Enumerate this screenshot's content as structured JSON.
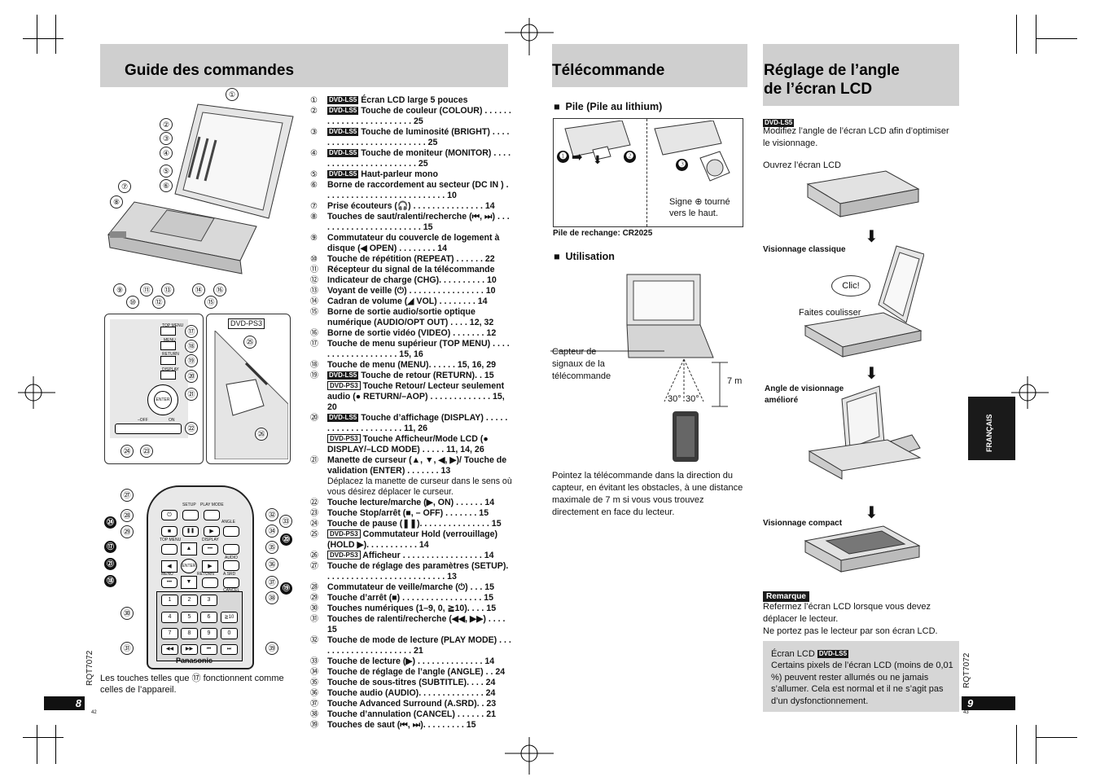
{
  "left": {
    "title": "Guide des commandes",
    "figure_tag": "DVD-PS3",
    "note": "Les touches telles que ⑰ fonctionnent comme celles de l’appareil.",
    "page_number": "8",
    "code": "RQT7072",
    "footer_small": "42",
    "remote_brand": "Panasonic",
    "remote_labels": [
      "SETUP",
      "PLAY MODE",
      "ANGLE",
      "TOP MENU",
      "DISPLAY",
      "ENTER",
      "AUDIO",
      "MENU",
      "RETURN",
      "A.SRD",
      "CANCEL"
    ],
    "remote_digits": [
      "1",
      "2",
      "3",
      "4",
      "5",
      "6",
      "≧10",
      "7",
      "8",
      "9",
      "0"
    ],
    "device_labels": [
      "TOP MENU",
      "MENU",
      "RETURN",
      "DISPLAY",
      "ENTER",
      "–OFF",
      "ON"
    ],
    "items": [
      {
        "n": "①",
        "tag": "DVD-LS5",
        "text": "Écran LCD large 5 pouces"
      },
      {
        "n": "②",
        "tag": "DVD-LS5",
        "text": "Touche de couleur (COLOUR) . . . . . . . . . . . . . . . . . . . . . . . . 25"
      },
      {
        "n": "③",
        "tag": "DVD-LS5",
        "text": "Touche de luminosité (BRIGHT) . . . . . . . . . . . . . . . . . . . . . . . . . 25"
      },
      {
        "n": "④",
        "tag": "DVD-LS5",
        "text": "Touche de moniteur (MONITOR) . . . . . . . . . . . . . . . . . . . . . . . 25"
      },
      {
        "n": "⑤",
        "tag": "DVD-LS5",
        "text": "Haut-parleur mono"
      },
      {
        "n": "⑥",
        "tag": "",
        "text": "Borne de raccordement au secteur (DC IN ) . . . . . . . . . . . . . . . . . . . . . . . . . . 10"
      },
      {
        "n": "⑦",
        "tag": "",
        "text": "Prise écouteurs (🎧) . . . . . . . . . . . . . . . 14"
      },
      {
        "n": "⑧",
        "tag": "",
        "text": "Touches de saut/ralenti/recherche (⏮, ⏭) . . . . . . . . . . . . . . . . . . . . . . . 15"
      },
      {
        "n": "⑨",
        "tag": "",
        "text": "Commutateur du couvercle de logement à disque (◀ OPEN) . . . . . . . . 14"
      },
      {
        "n": "⑩",
        "tag": "",
        "text": "Touche de répétition (REPEAT) . . . . . . 22"
      },
      {
        "n": "⑪",
        "tag": "",
        "text": "Récepteur du signal de la télécommande"
      },
      {
        "n": "⑫",
        "tag": "",
        "text": "Indicateur de charge (CHG). . . . . . . . . . 10"
      },
      {
        "n": "⑬",
        "tag": "",
        "text": "Voyant de veille (⏻) . . . . . . . . . . . . . . . . 10"
      },
      {
        "n": "⑭",
        "tag": "",
        "text": "Cadran de volume (◢ VOL) . . . . . . . . 14"
      },
      {
        "n": "⑮",
        "tag": "",
        "text": "Borne de sortie audio/sortie optique numérique (AUDIO/OPT OUT) . . . . 12, 32"
      },
      {
        "n": "⑯",
        "tag": "",
        "text": "Borne de sortie vidéo (VIDEO) . . . . . . . 12"
      },
      {
        "n": "⑰",
        "tag": "",
        "text": "Touche de menu supérieur (TOP MENU) . . . . . . . . . . . . . . . . . . . 15, 16"
      },
      {
        "n": "⑱",
        "tag": "",
        "text": "Touche de menu (MENU). . . . . . 15, 16, 29"
      },
      {
        "n": "⑲",
        "tag": "DVD-LS5",
        "text": "Touche de retour (RETURN). . 15"
      },
      {
        "n": "",
        "tag": "DVD-PS3",
        "text": "Touche Retour/ Lecteur seulement audio (● RETURN/–AOP) . . . . . . . . . . . . . 15, 20"
      },
      {
        "n": "⑳",
        "tag": "DVD-LS5",
        "text": "Touche d’affichage (DISPLAY) . . . . . . . . . . . . . . . . . . . . . 11, 26"
      },
      {
        "n": "",
        "tag": "DVD-PS3",
        "text": "Touche Afficheur/Mode LCD (● DISPLAY/–LCD MODE) . . . . . 11, 14, 26"
      },
      {
        "n": "㉑",
        "tag": "",
        "text": "Manette de curseur (▲, ▼, ◀, ▶)/ Touche de validation (ENTER) . . . . . . . 13"
      },
      {
        "n": "",
        "tag": "",
        "text": "Déplacez la manette de curseur dans le sens où vous désirez déplacer le curseur.",
        "normal": true
      },
      {
        "n": "㉒",
        "tag": "",
        "text": "Touche lecture/marche (▶, ON) . . . . . . 14"
      },
      {
        "n": "㉓",
        "tag": "",
        "text": "Touche Stop/arrêt (■, – OFF) . . . . . . . 15"
      },
      {
        "n": "㉔",
        "tag": "",
        "text": "Touche de pause (❚❚). . . . . . . . . . . . . . . 15"
      },
      {
        "n": "㉕",
        "tag": "DVD-PS3",
        "text": "Commutateur Hold (verrouillage) (HOLD ▶). . . . . . . . . . . 14"
      },
      {
        "n": "㉖",
        "tag": "DVD-PS3",
        "text": "Afficheur . . . . . . . . . . . . . . . . . 14"
      },
      {
        "n": "㉗",
        "tag": "",
        "text": "Touche de réglage des paramètres (SETUP). . . . . . . . . . . . . . . . . . . . . . . . . . 13"
      },
      {
        "n": "㉘",
        "tag": "",
        "text": "Commutateur de veille/marche (⏻) . . . 15"
      },
      {
        "n": "㉙",
        "tag": "",
        "text": "Touche d’arrêt (■) . . . . . . . . . . . . . . . . . 15"
      },
      {
        "n": "㉚",
        "tag": "",
        "text": "Touches numériques (1–9, 0, ≧10). . . . 15"
      },
      {
        "n": "㉛",
        "tag": "",
        "text": "Touches de ralenti/recherche (◀◀, ▶▶) . . . . 15"
      },
      {
        "n": "㉜",
        "tag": "",
        "text": "Touche de mode de lecture (PLAY MODE) . . . . . . . . . . . . . . . . . . . . . 21"
      },
      {
        "n": "㉝",
        "tag": "",
        "text": "Touche de lecture (▶) . . . . . . . . . . . . . . 14"
      },
      {
        "n": "㉞",
        "tag": "",
        "text": "Touche de réglage de l’angle (ANGLE) . . 24"
      },
      {
        "n": "㉟",
        "tag": "",
        "text": "Touche de sous-titres (SUBTITLE). . . . 24"
      },
      {
        "n": "㊱",
        "tag": "",
        "text": "Touche audio (AUDIO). . . . . . . . . . . . . . 24"
      },
      {
        "n": "㊲",
        "tag": "",
        "text": "Touche Advanced Surround (A.SRD). . 23"
      },
      {
        "n": "㊳",
        "tag": "",
        "text": "Touche d’annulation (CANCEL) . . . . . . 21"
      },
      {
        "n": "㊴",
        "tag": "",
        "text": "Touches de saut (⏮, ⏭). . . . . . . . . 15"
      }
    ]
  },
  "middle": {
    "title": "Télécommande",
    "battery_heading": "Pile (Pile au lithium)",
    "sign_note": "Signe ⊕ tourné vers le haut.",
    "battery_replacement": "Pile de rechange:  CR2025",
    "usage_heading": "Utilisation",
    "sensor_label": "Capteur de signaux de la télécommande",
    "distance": "7 m",
    "angle_left": "30°",
    "angle_right": "30°",
    "steps": [
      "❶",
      "❷",
      "❸"
    ],
    "usage_text": "Pointez la télécommande dans la direction du capteur, en évitant les obstacles, à une distance maximale de 7 m si vous vous trouvez directement en face du lecteur."
  },
  "right": {
    "title_line1": "Réglage de l’angle",
    "title_line2": "de l’écran LCD",
    "tag": "DVD-LS5",
    "intro": "Modifiez l’angle de l’écran LCD afin d’optimiser le visionnage.",
    "open_label": "Ouvrez l’écran LCD",
    "classic_label": "Visionnage classique",
    "clic": "Clic!",
    "tilt_label": "Faites coulisser",
    "improved_label": "Angle de visionnage amélioré",
    "compact_label": "Visionnage compact",
    "remark_heading": "Remarque",
    "remark_text": "Refermez l’écran LCD lorsque vous devez déplacer le lecteur.\nNe portez pas le lecteur par son écran LCD.",
    "note_box_title": "Écran LCD",
    "note_box_tag": "DVD-LS5",
    "note_box_text": "Certains pixels de l’écran LCD (moins de 0,01 %) peuvent rester allumés ou ne jamais s’allumer. Cela est normal et il ne s’agit pas d’un dysfonctionnement.",
    "side_tab": "FRANÇAIS",
    "page_number": "9",
    "code": "RQT7072",
    "footer_small": "43"
  }
}
